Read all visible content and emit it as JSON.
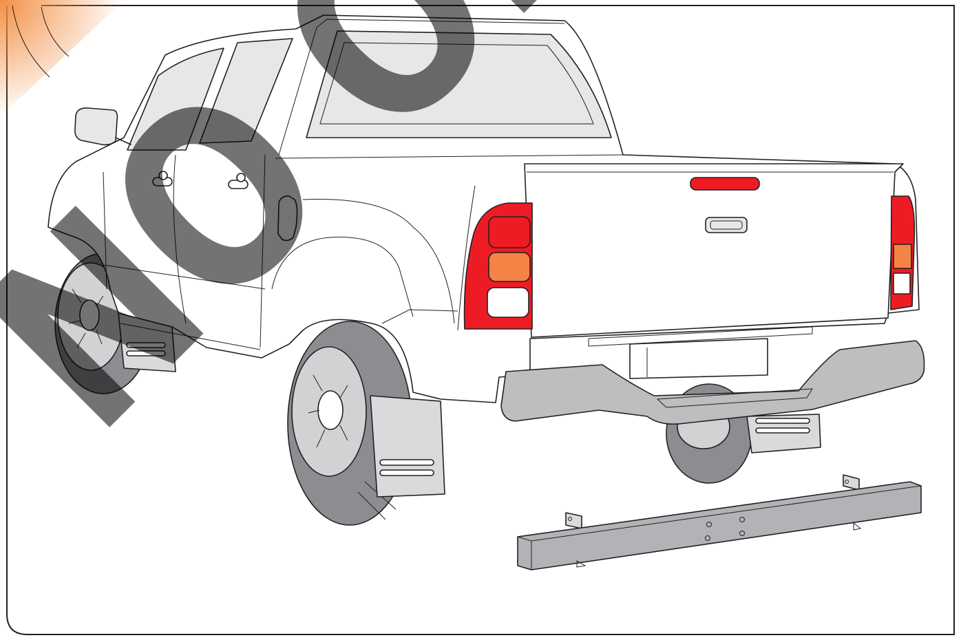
{
  "watermark": {
    "text": "NO OK",
    "color": "#000000",
    "opacity": 0.55
  },
  "colors": {
    "page_background": "#ffffff",
    "frame_stroke": "#231f20",
    "corner_accent": "#f28a3c",
    "body_panel": "#ffffff",
    "glass": "#e6e7e8",
    "tire": "#8c8d90",
    "rim": "#d1d2d4",
    "mudflap": "#d9dadb",
    "bumper": "#bcbec0",
    "tow_bar": "#b1b3b6",
    "tail_light_red": "#ed1c24",
    "tail_light_amber": "#f58345",
    "reverse_light": "#ffffff"
  },
  "illustration": {
    "subject": "pickup-truck-rear-three-quarter",
    "parts": [
      "tailgate",
      "rear-bumper",
      "left-tail-light",
      "right-tail-light",
      "brake-light",
      "tailgate-handle",
      "mud-flaps",
      "wheels",
      "side-mirror",
      "door-handles",
      "fuel-door",
      "tow-bar"
    ],
    "tow_bar_bolt_holes": 4
  }
}
